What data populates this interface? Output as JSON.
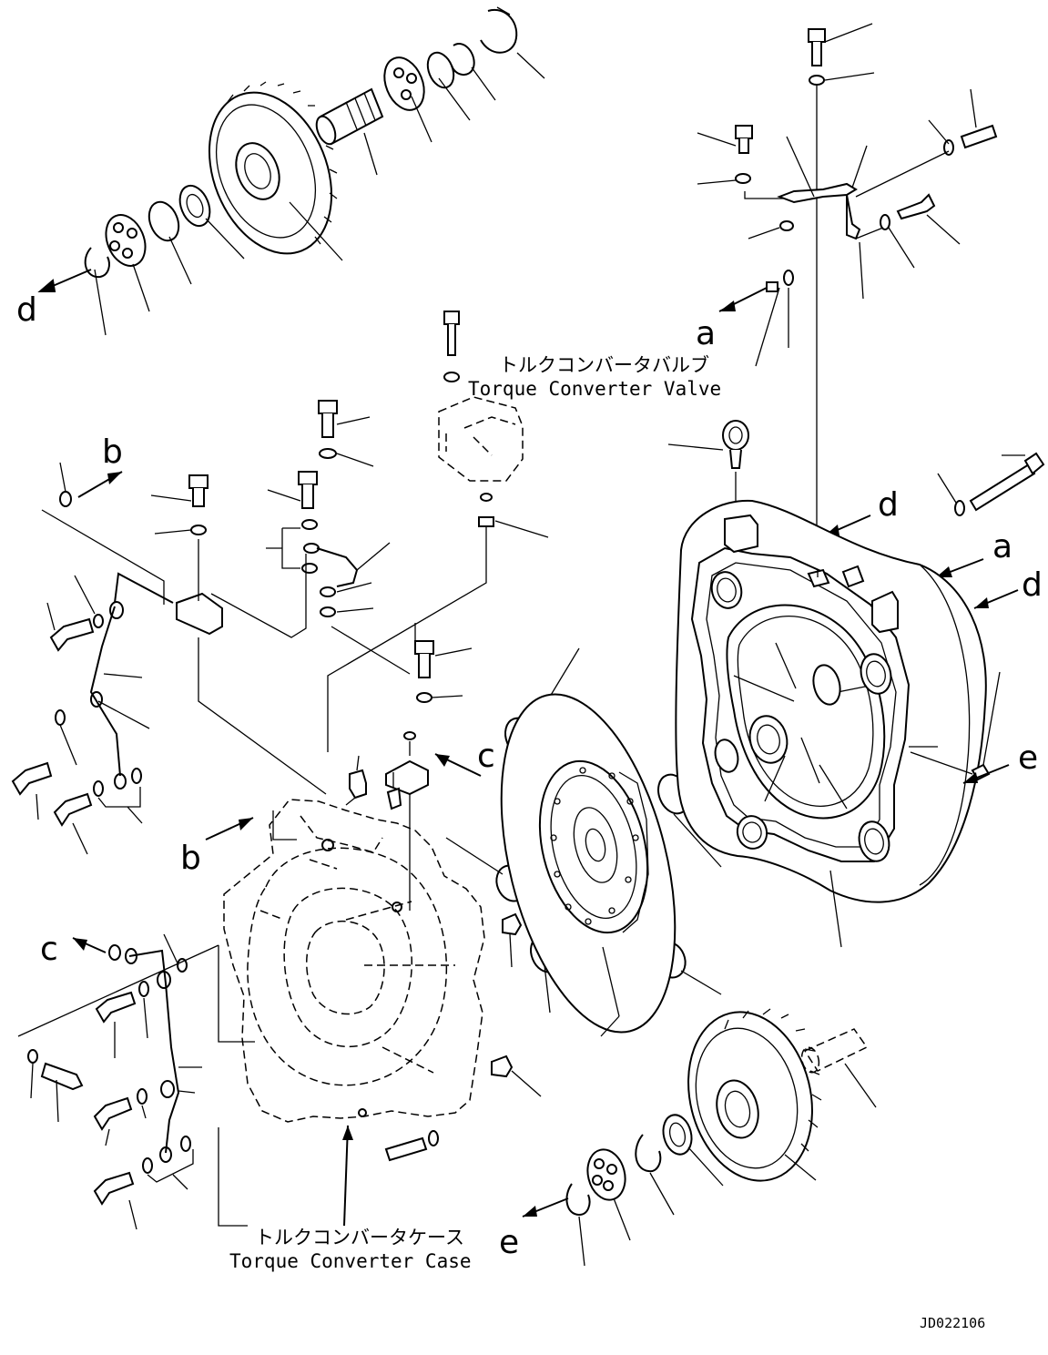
{
  "labels": {
    "valve_jp": "トルクコンバータバルブ",
    "valve_en": "Torque Converter Valve",
    "case_jp": "トルクコンバータケース",
    "case_en": "Torque Converter Case"
  },
  "refs": {
    "a": "a",
    "b": "b",
    "c": "c",
    "d": "d",
    "e": "e"
  },
  "drawing_code": "JD022106"
}
